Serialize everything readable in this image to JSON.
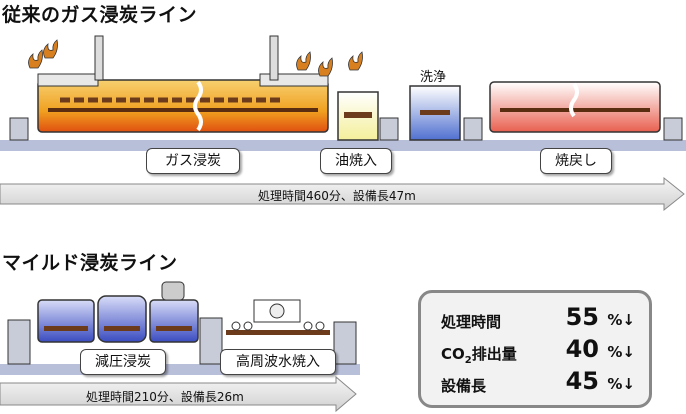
{
  "conventional": {
    "title": "従来のガス浸炭ライン",
    "wash_label": "洗浄",
    "stages": [
      "ガス浸炭",
      "油焼入",
      "焼戻し"
    ],
    "arrow_text": "処理時間460分、設備長47m"
  },
  "mild": {
    "title": "マイルド浸炭ライン",
    "stages": [
      "減圧浸炭",
      "高周波水焼入"
    ],
    "arrow_text": "処理時間210分、設備長26m"
  },
  "summary": {
    "rows": [
      {
        "label": "処理時間",
        "value": "55",
        "unit": "%↓"
      },
      {
        "label_main": "CO",
        "label_sub": "2",
        "label_rest": "排出量",
        "value": "40",
        "unit": "%↓"
      },
      {
        "label": "設備長",
        "value": "45",
        "unit": "%↓"
      }
    ]
  },
  "colors": {
    "furnace_hot": "#f0a020",
    "furnace_red": "#d84020",
    "vacuum_blue": "#4a5fd0",
    "floor": "#b8bfd8",
    "arrow_fill": "#eeeeee"
  }
}
